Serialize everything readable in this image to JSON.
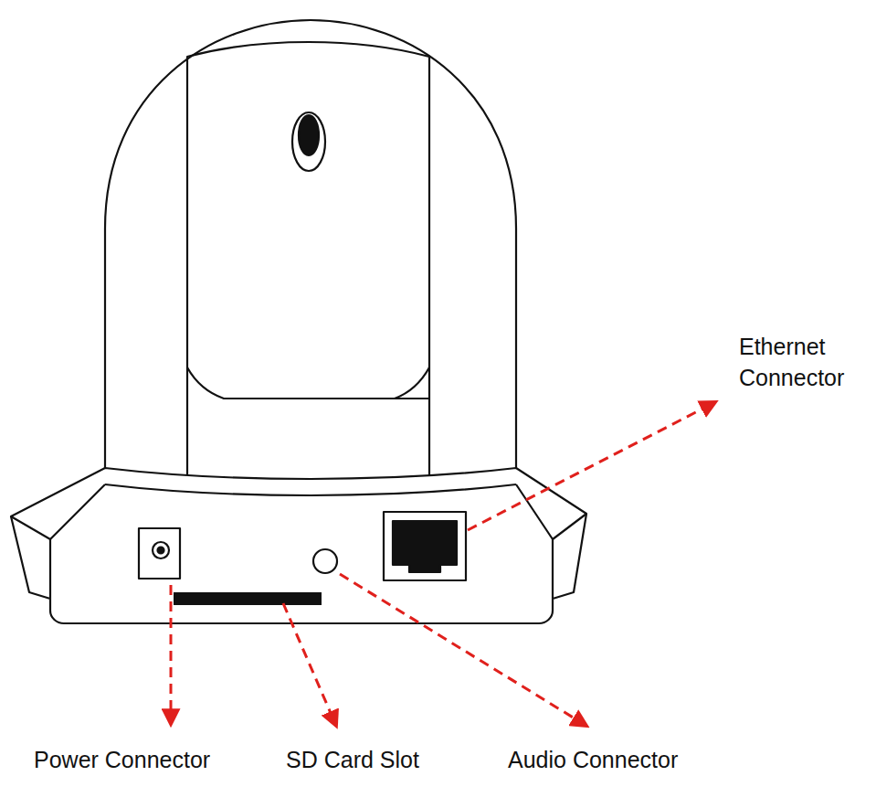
{
  "diagram": {
    "labels": [
      "Ethernet Connector",
      "Power Connector",
      "SD Card Slot",
      "Audio Connector"
    ]
  }
}
